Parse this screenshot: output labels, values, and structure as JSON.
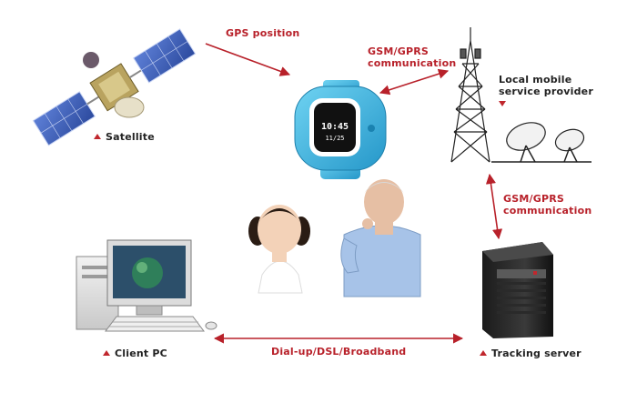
{
  "nodes": {
    "satellite": "Satellite",
    "provider_line1": "Local mobile",
    "provider_line2": "service provider",
    "client_pc": "Client PC",
    "tracking_server": "Tracking server"
  },
  "links": {
    "gps": "GPS position",
    "gsm_top_line1": "GSM/GPRS",
    "gsm_top_line2": "communication",
    "gsm_right_line1": "GSM/GPRS",
    "gsm_right_line2": "communication",
    "dialup": "Dial-up/DSL/Broadband"
  },
  "watch": {
    "time": "10:45",
    "date": "11/25"
  },
  "colors": {
    "arrow": "#b8212a",
    "watch": "#3fb8e0",
    "label": "#222222"
  }
}
